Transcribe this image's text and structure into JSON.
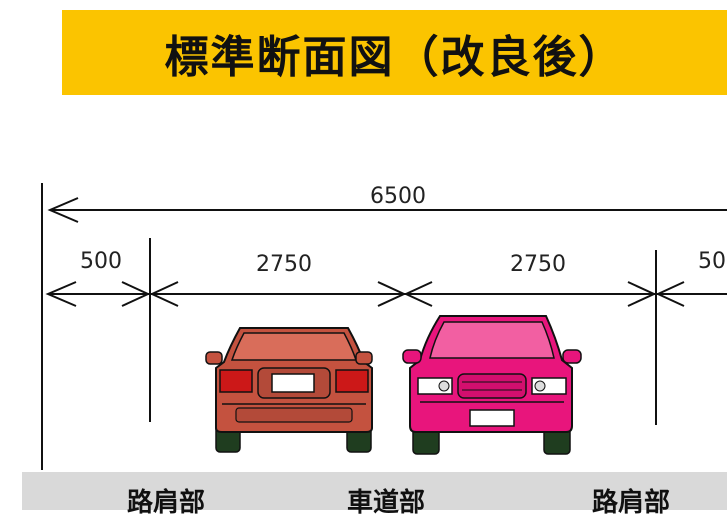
{
  "title": "標準断面図（改良後）",
  "dimensions": {
    "total": "6500",
    "left_shoulder": "500",
    "lane_left": "2750",
    "lane_right": "2750",
    "right_shoulder": "50"
  },
  "bottom_labels": {
    "left": "路肩部",
    "center": "車道部",
    "right": "路肩部"
  },
  "colors": {
    "title_bg": "#fbc400",
    "car_left": "#c4523f",
    "car_right": "#e8157c",
    "band_bg": "#d9d9d9"
  }
}
